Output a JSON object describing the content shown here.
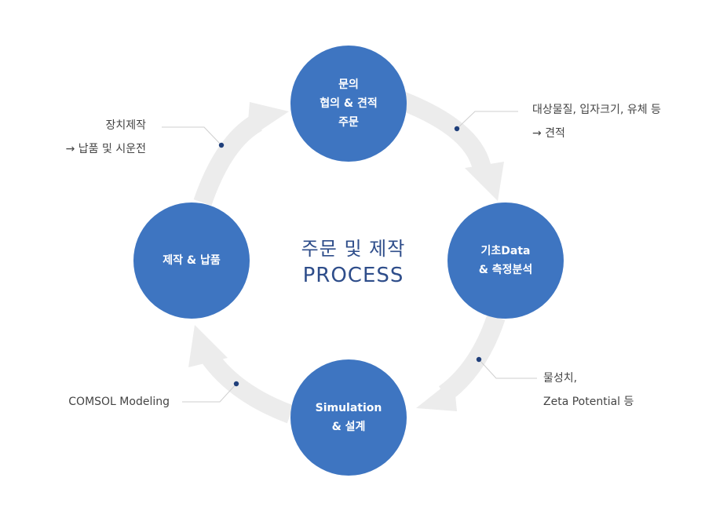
{
  "center": {
    "title_ko": "주문 및 제작",
    "title_en": "PROCESS"
  },
  "nodes": {
    "top": {
      "lines": [
        "문의",
        "협의 & 견적",
        "주문"
      ]
    },
    "right": {
      "lines": [
        "기초Data",
        "& 측정분석"
      ]
    },
    "bottom": {
      "lines": [
        "Simulation",
        "& 설계"
      ]
    },
    "left": {
      "lines": [
        "제작 & 납품"
      ]
    }
  },
  "notes": {
    "top_right": {
      "lines": [
        "대상물질, 입자크기, 유체 등",
        "→ 견적"
      ]
    },
    "bottom_right": {
      "lines": [
        "물성치,",
        "Zeta Potential 등"
      ]
    },
    "bottom_left": {
      "lines": [
        "COMSOL Modeling"
      ]
    },
    "top_left": {
      "lines": [
        "장치제작",
        "→ 납품 및 시운전"
      ]
    }
  },
  "colors": {
    "node_fill": "#3e75c1",
    "arrow_fill": "#ececec",
    "title_text": "#2e4d8a",
    "leader_dot": "#1f3f7a",
    "leader_line": "#cfcfcf"
  }
}
